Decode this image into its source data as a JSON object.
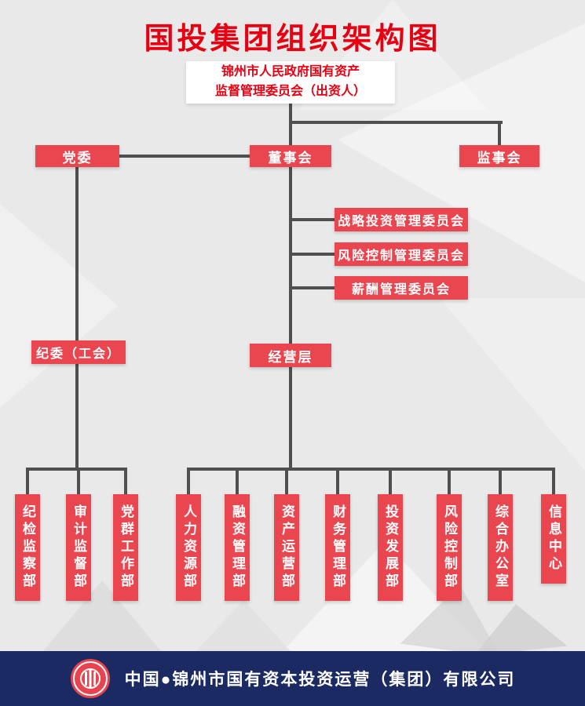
{
  "title": "国投集团组织架构图",
  "org": {
    "root": {
      "line1": "锦州市人民政府国有资产",
      "line2": "监督管理委员会（出资人）"
    },
    "party": "党委",
    "board": "董事会",
    "supervisory": "监事会",
    "committees": [
      "战略投资管理委员会",
      "风险控制管理委员会",
      "薪酬管理委员会"
    ],
    "discipline": "纪委（工会）",
    "management": "经营层",
    "departments": [
      "纪检监察部",
      "审计监督部",
      "党群工作部",
      "人力资源部",
      "融资管理部",
      "资产运营部",
      "财务管理部",
      "投资发展部",
      "风险控制部",
      "综合办公室",
      "信息中心"
    ]
  },
  "footer": {
    "company": "中国●锦州市国有资本投资运营（集团）有限公司"
  },
  "colors": {
    "accent_red": "#ea4650",
    "title_red": "#e60012",
    "line_gray": "#4f4f4f",
    "footer_navy": "#1b2a63",
    "background": "#e9e9e9"
  }
}
